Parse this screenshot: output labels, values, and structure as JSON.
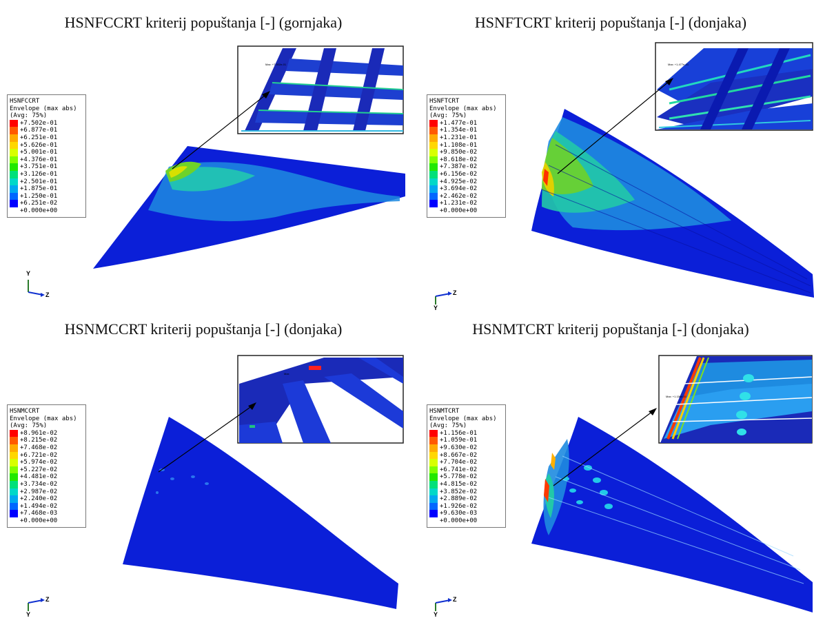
{
  "panels": [
    {
      "title": "HSNFCCRT kriterij popuštanja [-] (gornjaka)",
      "legend": {
        "name": "HSNFCCRT",
        "subtitle": "Envelope (max abs)",
        "avg": "(Avg: 75%)",
        "ticks": [
          "+7.502e-01",
          "+6.877e-01",
          "+6.251e-01",
          "+5.626e-01",
          "+5.001e-01",
          "+4.376e-01",
          "+3.751e-01",
          "+3.126e-01",
          "+2.501e-01",
          "+1.875e-01",
          "+1.250e-01",
          "+6.251e-02",
          "+0.000e+00"
        ]
      },
      "axes": {
        "up": "Y",
        "right": "Z"
      },
      "max_label": "Max: +7.502e-01"
    },
    {
      "title": "HSNFTCRT kriterij popuštanja [-] (donjaka)",
      "legend": {
        "name": "HSNFTCRT",
        "subtitle": "Envelope (max abs)",
        "avg": "(Avg: 75%)",
        "ticks": [
          "+1.477e-01",
          "+1.354e-01",
          "+1.231e-01",
          "+1.108e-01",
          "+9.850e-02",
          "+8.618e-02",
          "+7.387e-02",
          "+6.156e-02",
          "+4.925e-02",
          "+3.694e-02",
          "+2.462e-02",
          "+1.231e-02",
          "+0.000e+00"
        ]
      },
      "axes": {
        "up": "Y",
        "right": "Z"
      },
      "max_label": "Max: +1.477e-01"
    },
    {
      "title": "HSNMCCRT kriterij popuštanja [-] (donjaka)",
      "legend": {
        "name": "HSNMCCRT",
        "subtitle": "Envelope (max abs)",
        "avg": "(Avg: 75%)",
        "ticks": [
          "+8.961e-02",
          "+8.215e-02",
          "+7.468e-02",
          "+6.721e-02",
          "+5.974e-02",
          "+5.227e-02",
          "+4.481e-02",
          "+3.734e-02",
          "+2.987e-02",
          "+2.240e-02",
          "+1.494e-02",
          "+7.468e-03",
          "+0.000e+00"
        ]
      },
      "axes": {
        "up": "Y",
        "right": "Z"
      },
      "max_label": "Max"
    },
    {
      "title": "HSNMTCRT kriterij popuštanja [-] (donjaka)",
      "legend": {
        "name": "HSNMTCRT",
        "subtitle": "Envelope (max abs)",
        "avg": "(Avg: 75%)",
        "ticks": [
          "+1.156e-01",
          "+1.059e-01",
          "+9.630e-02",
          "+8.667e-02",
          "+7.704e-02",
          "+6.741e-02",
          "+5.778e-02",
          "+4.815e-02",
          "+3.852e-02",
          "+2.889e-02",
          "+1.926e-02",
          "+9.630e-03",
          "+0.000e+00"
        ]
      },
      "axes": {
        "up": "Y",
        "right": "Z"
      },
      "max_label": "Max: +1.156e-01"
    }
  ],
  "colormap": [
    "#ff0000",
    "#ff5a00",
    "#ffaa00",
    "#ffd700",
    "#d8ff00",
    "#7fff00",
    "#22e800",
    "#00e07a",
    "#00d8c8",
    "#00a8f0",
    "#0066ff",
    "#0000ff"
  ]
}
